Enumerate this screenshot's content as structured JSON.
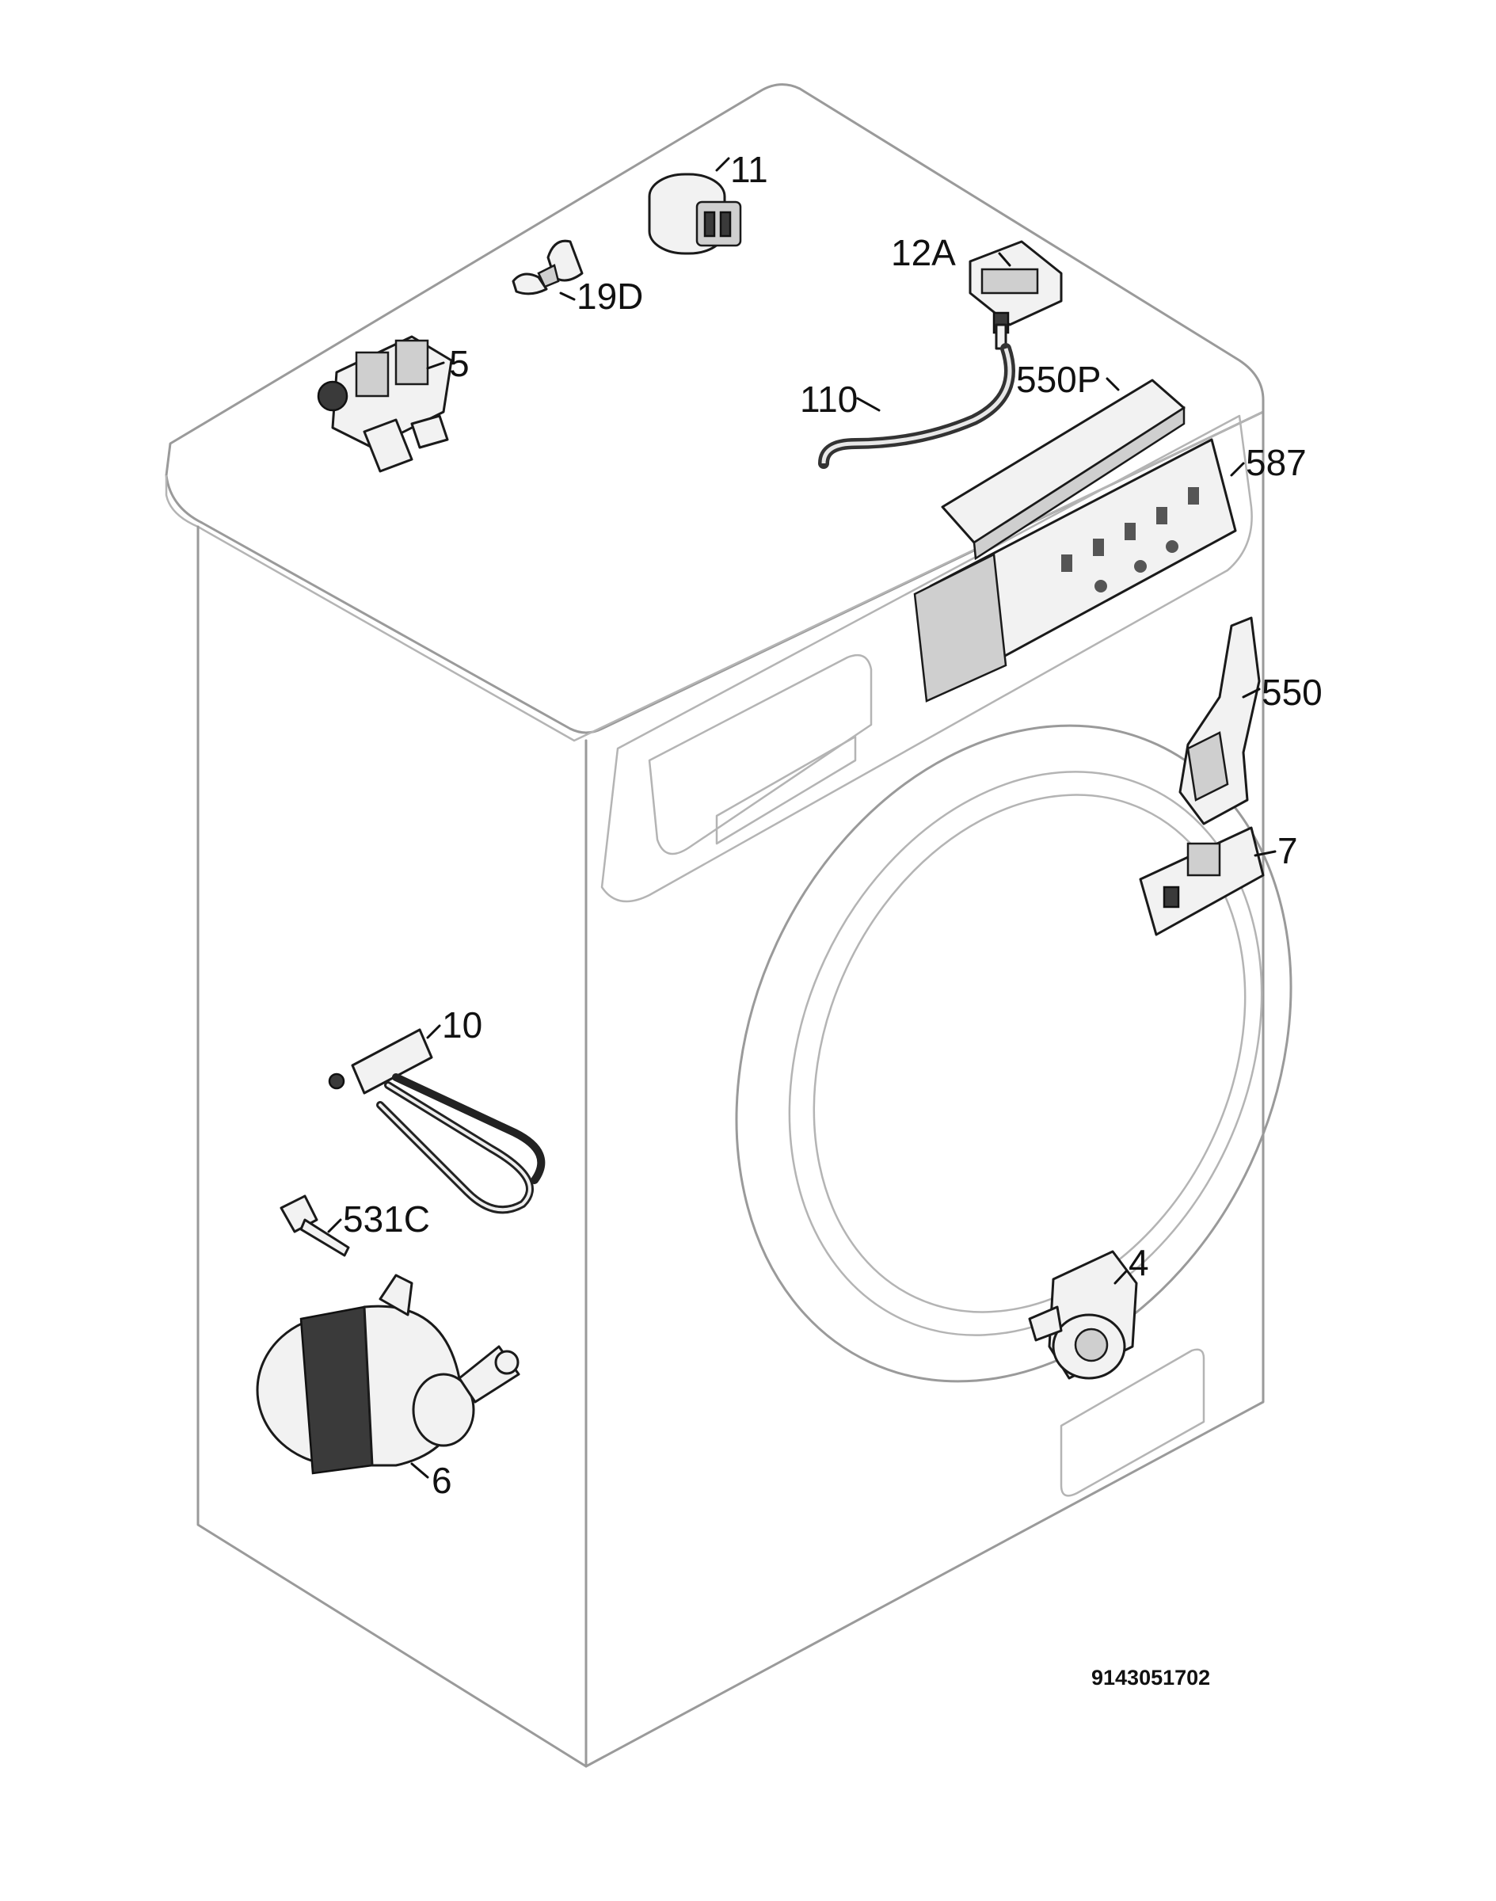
{
  "diagram": {
    "callouts": [
      {
        "id": "11",
        "text": "11"
      },
      {
        "id": "12A",
        "text": "12A"
      },
      {
        "id": "19D",
        "text": "19D"
      },
      {
        "id": "5",
        "text": "5"
      },
      {
        "id": "110",
        "text": "110"
      },
      {
        "id": "550P",
        "text": "550P"
      },
      {
        "id": "587",
        "text": "587"
      },
      {
        "id": "550",
        "text": "550"
      },
      {
        "id": "7",
        "text": "7"
      },
      {
        "id": "10",
        "text": "10"
      },
      {
        "id": "531C",
        "text": "531C"
      },
      {
        "id": "6",
        "text": "6"
      },
      {
        "id": "4",
        "text": "4"
      }
    ],
    "drawing_code": "9143051702"
  }
}
